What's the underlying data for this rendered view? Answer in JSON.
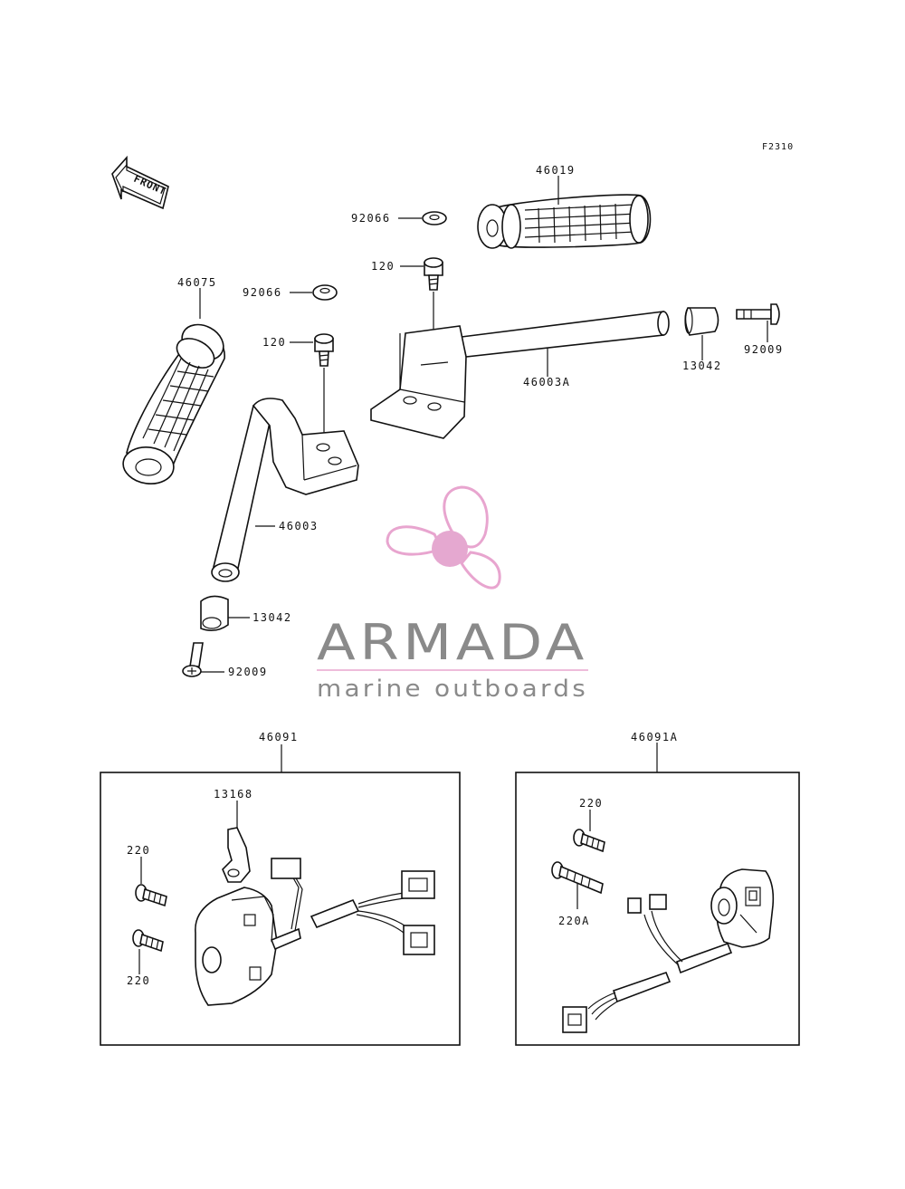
{
  "diagram": {
    "code": "F2310",
    "front_label": "FRONT",
    "labels": {
      "grip_right": "46019",
      "washer_right": "92066",
      "bolt_right": "120",
      "grip_left": "46075",
      "washer_left": "92066",
      "bolt_left": "120",
      "handlebar_right": "46003A",
      "weight_right": "13042",
      "screw_right": "92009",
      "handlebar_left": "46003",
      "weight_left": "13042",
      "screw_left": "92009",
      "switch_left": "46091",
      "switch_left_part": "13168",
      "switch_left_screw_top": "220",
      "switch_left_screw_bottom": "220",
      "switch_right": "46091A",
      "switch_right_screw_top": "220",
      "switch_right_screw_long": "220A"
    }
  },
  "watermark": {
    "brand": "ARMADA",
    "tagline": "marine outboards",
    "colors": {
      "propeller": "#e8a5cf",
      "propeller_hub": "#e5a8d0",
      "text": "#8a8a8a",
      "rule": "#e8a5cf"
    }
  }
}
